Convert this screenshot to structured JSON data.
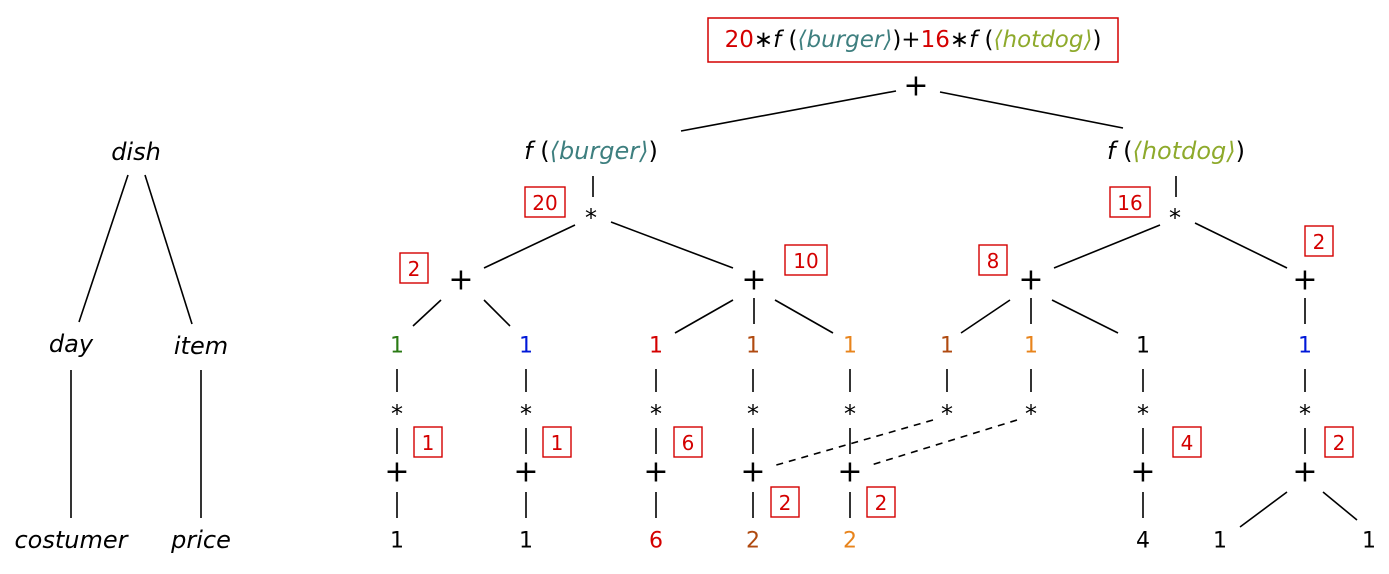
{
  "schema_tree": {
    "nodes": [
      {
        "id": "dish",
        "label": "dish"
      },
      {
        "id": "day",
        "label": "day"
      },
      {
        "id": "item",
        "label": "item"
      },
      {
        "id": "costumer",
        "label": "costumer"
      },
      {
        "id": "price",
        "label": "price"
      }
    ],
    "edges": [
      [
        "dish",
        "day"
      ],
      [
        "dish",
        "item"
      ],
      [
        "day",
        "costumer"
      ],
      [
        "item",
        "price"
      ]
    ]
  },
  "colors": {
    "line": "#000000",
    "box": "#d40000",
    "red": "#d40000",
    "teal": "#3e7f7f",
    "olive": "#8eaa2c",
    "green": "#2a7a14",
    "blue": "#0018d8",
    "brown": "#b04a10",
    "orange": "#e8841c",
    "black": "#000000"
  },
  "expression": {
    "boxed": true,
    "parts": [
      {
        "text": "20",
        "color": "red"
      },
      {
        "text": "∗",
        "color": "black"
      },
      {
        "text": "f",
        "color": "black",
        "italic": true
      },
      {
        "text": " (",
        "color": "black"
      },
      {
        "text": "⟨burger⟩",
        "color": "teal",
        "italic": true
      },
      {
        "text": ")+",
        "color": "black"
      },
      {
        "text": "16",
        "color": "red"
      },
      {
        "text": "∗",
        "color": "black"
      },
      {
        "text": "f",
        "color": "black",
        "italic": true
      },
      {
        "text": " (",
        "color": "black"
      },
      {
        "text": "⟨hotdog⟩",
        "color": "olive",
        "italic": true
      },
      {
        "text": ")",
        "color": "black"
      }
    ]
  },
  "root_operator": "+",
  "function_nodes": [
    {
      "id": "f-burger",
      "parts": [
        {
          "text": "f",
          "color": "black",
          "italic": true
        },
        {
          "text": " (",
          "color": "black"
        },
        {
          "text": "⟨burger⟩",
          "color": "teal",
          "italic": true
        },
        {
          "text": ")",
          "color": "black"
        }
      ]
    },
    {
      "id": "f-hotdog",
      "parts": [
        {
          "text": "f",
          "color": "black",
          "italic": true
        },
        {
          "text": " (",
          "color": "black"
        },
        {
          "text": "⟨hotdog⟩",
          "color": "olive",
          "italic": true
        },
        {
          "text": ")",
          "color": "black"
        }
      ]
    }
  ],
  "operators": [
    {
      "id": "mul-burger",
      "symbol": "*"
    },
    {
      "id": "mul-hotdog",
      "symbol": "*"
    },
    {
      "id": "plus-b1",
      "symbol": "+"
    },
    {
      "id": "plus-b2",
      "symbol": "+"
    },
    {
      "id": "plus-h1",
      "symbol": "+"
    },
    {
      "id": "plus-h2",
      "symbol": "+"
    },
    {
      "id": "c1-mul",
      "symbol": "*"
    },
    {
      "id": "c1-plus",
      "symbol": "+"
    },
    {
      "id": "c2-mul",
      "symbol": "*"
    },
    {
      "id": "c2-plus",
      "symbol": "+"
    },
    {
      "id": "c3-mul",
      "symbol": "*"
    },
    {
      "id": "c3-plus",
      "symbol": "+"
    },
    {
      "id": "c4-mul",
      "symbol": "*"
    },
    {
      "id": "c4-plus",
      "symbol": "+"
    },
    {
      "id": "c5-mul",
      "symbol": "*"
    },
    {
      "id": "c5-plus",
      "symbol": "+"
    },
    {
      "id": "c6-mul",
      "symbol": "*"
    },
    {
      "id": "c7-mul",
      "symbol": "*"
    },
    {
      "id": "c8-mul",
      "symbol": "*"
    },
    {
      "id": "c8-plus",
      "symbol": "+"
    },
    {
      "id": "c9-mul",
      "symbol": "*"
    },
    {
      "id": "c9-plus",
      "symbol": "+"
    }
  ],
  "day_values": [
    {
      "id": "c1-day",
      "text": "1",
      "color": "green"
    },
    {
      "id": "c2-day",
      "text": "1",
      "color": "blue"
    },
    {
      "id": "c3-day",
      "text": "1",
      "color": "red"
    },
    {
      "id": "c4-day",
      "text": "1",
      "color": "brown"
    },
    {
      "id": "c5-day",
      "text": "1",
      "color": "orange"
    },
    {
      "id": "c6-day",
      "text": "1",
      "color": "brown"
    },
    {
      "id": "c7-day",
      "text": "1",
      "color": "orange"
    },
    {
      "id": "c8-day",
      "text": "1",
      "color": "black"
    },
    {
      "id": "c9-day",
      "text": "1",
      "color": "blue"
    }
  ],
  "leaf_values": [
    {
      "id": "c1-leaf",
      "text": "1",
      "color": "black"
    },
    {
      "id": "c2-leaf",
      "text": "1",
      "color": "black"
    },
    {
      "id": "c3-leaf",
      "text": "6",
      "color": "red"
    },
    {
      "id": "c4-leaf",
      "text": "2",
      "color": "brown"
    },
    {
      "id": "c5-leaf",
      "text": "2",
      "color": "orange"
    },
    {
      "id": "c8-leaf",
      "text": "4",
      "color": "black"
    },
    {
      "id": "c9-leaf-a",
      "text": "1",
      "color": "black"
    },
    {
      "id": "c9-leaf-b",
      "text": "1",
      "color": "black"
    }
  ],
  "annotations": [
    {
      "id": "ann-mul-burger",
      "text": "20"
    },
    {
      "id": "ann-mul-hotdog",
      "text": "16"
    },
    {
      "id": "ann-plus-b1",
      "text": "2"
    },
    {
      "id": "ann-plus-b2",
      "text": "10"
    },
    {
      "id": "ann-plus-h1",
      "text": "8"
    },
    {
      "id": "ann-plus-h2",
      "text": "2"
    },
    {
      "id": "ann-c1",
      "text": "1"
    },
    {
      "id": "ann-c2",
      "text": "1"
    },
    {
      "id": "ann-c3",
      "text": "6"
    },
    {
      "id": "ann-c4",
      "text": "2"
    },
    {
      "id": "ann-c5",
      "text": "2"
    },
    {
      "id": "ann-c8",
      "text": "4"
    },
    {
      "id": "ann-c9",
      "text": "2"
    }
  ]
}
